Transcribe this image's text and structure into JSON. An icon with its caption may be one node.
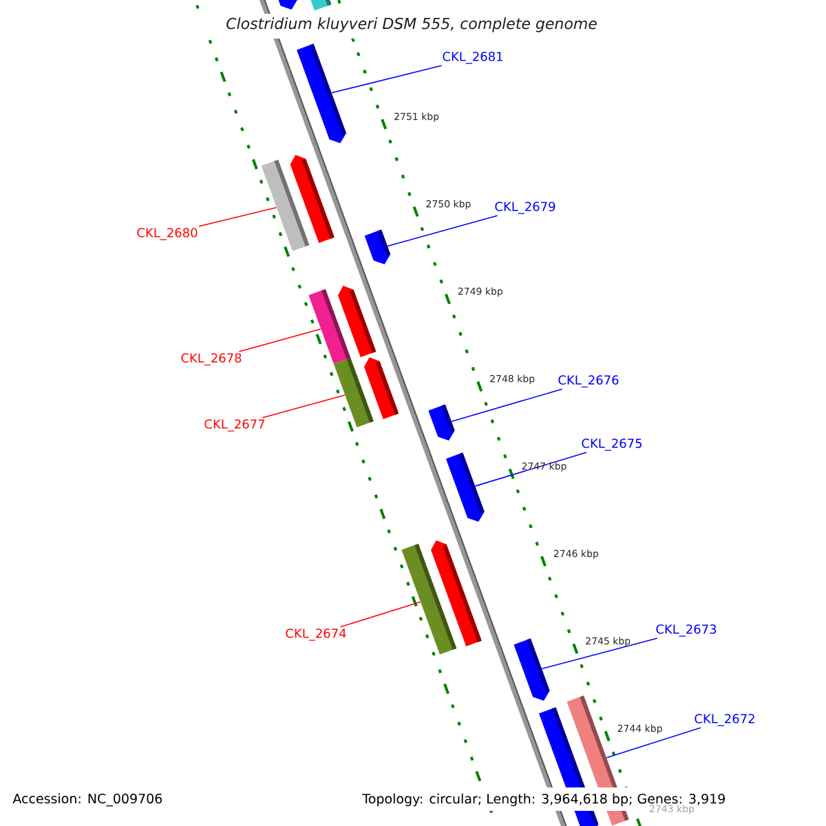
{
  "diagram": {
    "title": "Clostridium kluyveri DSM 555, complete genome",
    "nodes": [
      {
        "text": [
          "CKL_2681"
        ]
      },
      {
        "text": [],
        "shape": "bar"
      },
      {
        "text": [
          "CKL_2680"
        ]
      },
      {
        "text": [],
        "shape": "bar"
      },
      {
        "text": [
          "CKL_2679"
        ]
      },
      {
        "text": [],
        "shape": "bar"
      },
      {
        "text": [
          "CKL_2678"
        ]
      },
      {
        "text": [],
        "shape": "bar"
      },
      {
        "text": [
          "CKL_2677"
        ]
      },
      {
        "text": [],
        "shape": "bar"
      },
      {
        "text": [
          "CKL_2676"
        ]
      },
      {
        "text": [],
        "shape": "bar"
      },
      {
        "text": [
          "CKL_2675"
        ]
      },
      {
        "text": [],
        "shape": "bar"
      },
      {
        "text": [
          "CKL_2674"
        ]
      },
      {
        "text": [],
        "shape": "bar"
      },
      {
        "text": [
          "CKL_2673"
        ]
      },
      {
        "text": [],
        "shape": "bar"
      },
      {
        "text": [
          "CKL_2672"
        ]
      },
      {
        "text": [],
        "shape": "bar"
      },
      {
        "text": [],
        "shape": "bar"
      },
      {
        "text": [],
        "shape": "bar"
      },
      {
        "text": [],
        "shape": "bar"
      },
      {
        "text": [],
        "shape": "bar"
      },
      {
        "text": [],
        "shape": "bar"
      },
      {
        "text": [],
        "shape": "bar"
      },
      {
        "text": [],
        "shape": "bar"
      }
    ],
    "edges": [
      {
        "from": 0,
        "to": 1,
        "arrow": "none"
      },
      {
        "from": 2,
        "to": 3,
        "arrow": "none",
        "color": "#ff0000"
      },
      {
        "from": 4,
        "to": 5,
        "arrow": "none"
      },
      {
        "from": 6,
        "to": 7,
        "arrow": "none",
        "color": "#ff0000"
      },
      {
        "from": 8,
        "to": 9,
        "arrow": "none",
        "color": "#ff0000"
      },
      {
        "from": 10,
        "to": 11,
        "arrow": "none"
      },
      {
        "from": 12,
        "to": 13,
        "arrow": "none"
      },
      {
        "from": 14,
        "to": 15,
        "arrow": "none",
        "color": "#ff0000"
      },
      {
        "from": 16,
        "to": 17,
        "arrow": "none"
      },
      {
        "from": 18,
        "to": 19,
        "arrow": "none"
      }
    ],
    "labels": [
      "2751 kbp",
      "2750 kbp",
      "2749 kbp",
      "2748 kbp",
      "2747 kbp",
      "2746 kbp",
      "2745 kbp",
      "2744 kbp",
      "2743 kbp",
      "Accession: NC_009706",
      "Topology: circular; Length: 3,964,618 bp; Genes: 3,919"
    ]
  }
}
